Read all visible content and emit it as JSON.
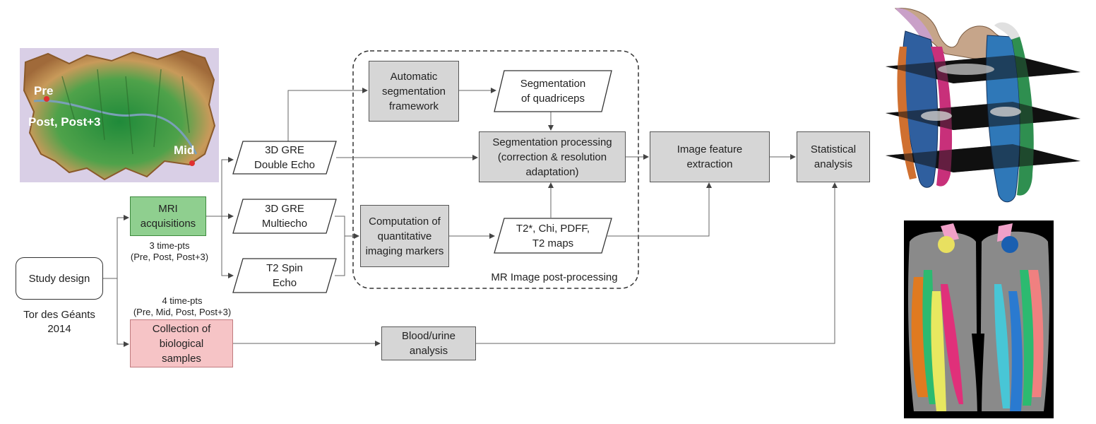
{
  "map": {
    "markers": [
      "Pre",
      "Post, Post+3",
      "Mid"
    ]
  },
  "nodes": {
    "study_design": "Study design",
    "mri": "MRI\nacquisitions",
    "collection": "Collection of\nbiological\nsamples",
    "gre_double": "3D GRE\nDouble Echo",
    "gre_multi": "3D GRE\nMultiecho",
    "t2_spin": "T2 Spin\nEcho",
    "auto_seg": "Automatic\nsegmentation\nframework",
    "seg_quad": "Segmentation\nof quadriceps",
    "seg_proc": "Segmentation processing\n(correction & resolution\nadaptation)",
    "computation": "Computation of\nquantitative\nimaging markers",
    "t2_maps": "T2*, Chi, PDFF,\nT2 maps",
    "feature": "Image feature\nextraction",
    "stats": "Statistical\nanalysis",
    "blood": "Blood/urine\nanalysis"
  },
  "labels": {
    "event": "Tor des Géants\n2014",
    "mri_timepoints": "3 time-pts\n(Pre, Post, Post+3)",
    "bio_timepoints": "4 time-pts\n(Pre, Mid, Post, Post+3)",
    "post_processing": "MR Image post-processing"
  },
  "colors": {
    "mri_fill": "#8fcf8f",
    "collection_fill": "#f6c4c6",
    "process_fill": "#d6d6d6"
  }
}
